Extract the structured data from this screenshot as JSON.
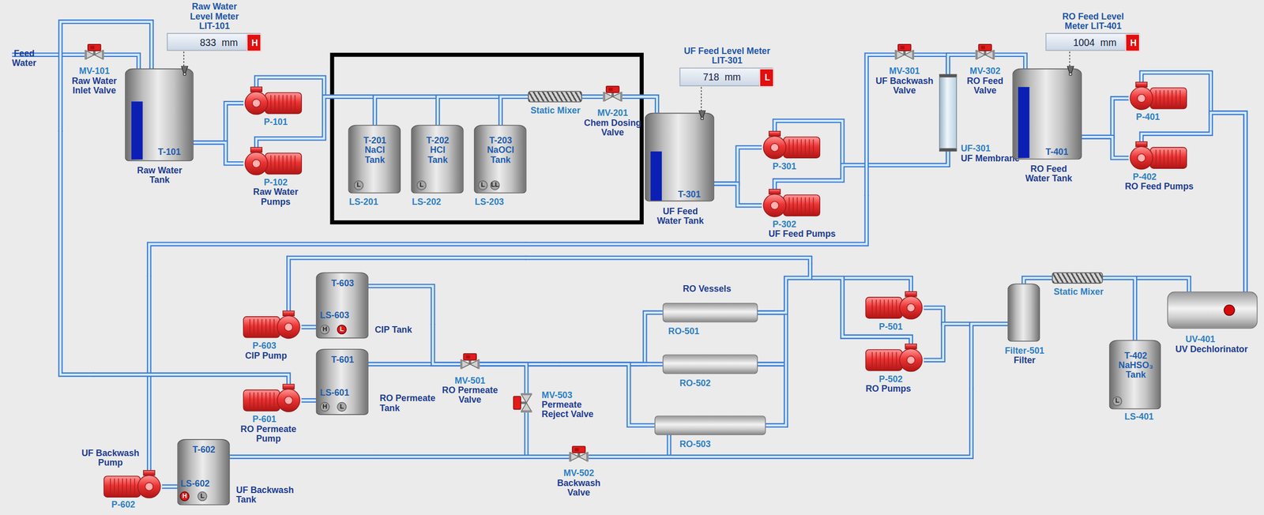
{
  "diagram": {
    "nodes": [
      {
        "text": [
          "Raw Water Level Meter LIT-101",
          "833",
          "mm"
        ]
      },
      {
        "text": [
          "H"
        ],
        "in": 0
      },
      {
        "text": [
          "MV-101",
          "Raw Water Inlet Valve"
        ]
      },
      {
        "text": [
          "T-101",
          "Raw Water Tank"
        ]
      },
      {
        "text": [
          "P-101"
        ]
      },
      {
        "text": [
          "P-102",
          "Raw Water Pumps"
        ]
      },
      {
        "text": [
          "T-201 NaCl Tank",
          "LS-201"
        ]
      },
      {
        "text": [
          "L"
        ],
        "in": 6
      },
      {
        "text": [
          "T-202 HCl Tank",
          "LS-202"
        ]
      },
      {
        "text": [
          "L"
        ],
        "in": 8
      },
      {
        "text": [
          "T-203 NaOCl Tank",
          "LS-203"
        ]
      },
      {
        "text": [
          "L"
        ],
        "in": 10
      },
      {
        "text": [
          "LL"
        ],
        "in": 10
      },
      {
        "text": [
          "Static Mixer"
        ]
      },
      {
        "text": [
          "MV-201",
          "Chem Dosing Valve"
        ]
      },
      {
        "text": [
          "UF Feed Level Meter LIT-301",
          "718",
          "mm"
        ]
      },
      {
        "text": [
          "L"
        ],
        "in": 15
      },
      {
        "text": [
          "T-301",
          "UF Feed Water Tank"
        ]
      },
      {
        "text": [
          "P-301"
        ]
      },
      {
        "text": [
          "P-302",
          "UF Feed Pumps"
        ]
      },
      {
        "text": [
          "MV-301",
          "UF Backwash Valve"
        ]
      },
      {
        "text": [
          "UF-301",
          "UF Membrane"
        ]
      },
      {
        "text": [
          "MV-302",
          "RO Feed Valve"
        ]
      },
      {
        "text": [
          "RO Feed Level Meter LIT-401",
          "1004",
          "mm"
        ]
      },
      {
        "text": [
          "H"
        ],
        "in": 23
      },
      {
        "text": [
          "T-401",
          "RO Feed Water Tank"
        ]
      },
      {
        "text": [
          "P-401"
        ]
      },
      {
        "text": [
          "P-402",
          "RO Feed Pumps"
        ]
      },
      {
        "text": [
          "UV-401",
          "UV Dechlorinator"
        ]
      },
      {
        "text": [
          "T-402 NaHSO₃ Tank",
          "LS-401"
        ]
      },
      {
        "text": [
          "L"
        ],
        "in": 29
      },
      {
        "text": [
          "Static Mixer"
        ]
      },
      {
        "text": [
          "Filter-501",
          "Filter"
        ]
      },
      {
        "text": [
          "P-501"
        ]
      },
      {
        "text": [
          "P-502",
          "RO Pumps"
        ]
      },
      {
        "text": [
          "RO-501"
        ]
      },
      {
        "text": [
          "RO-502"
        ]
      },
      {
        "text": [
          "RO-503"
        ]
      },
      {
        "text": [
          "T-603",
          "LS-603",
          "CIP Tank"
        ]
      },
      {
        "text": [
          "H"
        ],
        "in": 38
      },
      {
        "text": [
          "L"
        ],
        "in": 38
      },
      {
        "text": [
          "P-603",
          "CIP Pump"
        ]
      },
      {
        "text": [
          "T-601",
          "LS-601",
          "RO Permeate Tank"
        ]
      },
      {
        "text": [
          "H"
        ],
        "in": 42
      },
      {
        "text": [
          "L"
        ],
        "in": 42
      },
      {
        "text": [
          "P-601",
          "RO Permeate Pump"
        ]
      },
      {
        "text": [
          "MV-501",
          "RO Permeate Valve"
        ]
      },
      {
        "text": [
          "MV-503",
          "Permeate Reject Valve"
        ]
      },
      {
        "text": [
          "T-602",
          "LS-602",
          "UF Backwash Tank"
        ]
      },
      {
        "text": [
          "H"
        ],
        "in": 48
      },
      {
        "text": [
          "L"
        ],
        "in": 48
      },
      {
        "text": [
          "P-602",
          "UF Backwash Pump"
        ]
      },
      {
        "text": [
          "MV-502",
          "Backwash Valve"
        ]
      }
    ],
    "edges": [
      {
        "from": 2,
        "to": 3,
        "arrow": "none"
      },
      {
        "from": 3,
        "to": 4,
        "arrow": "none"
      },
      {
        "from": 3,
        "to": 5,
        "arrow": "none"
      },
      {
        "from": 4,
        "to": 13,
        "arrow": "none"
      },
      {
        "from": 5,
        "to": 13,
        "arrow": "none"
      },
      {
        "from": 6,
        "to": 13,
        "arrow": "none"
      },
      {
        "from": 8,
        "to": 13,
        "arrow": "none"
      },
      {
        "from": 10,
        "to": 13,
        "arrow": "none"
      },
      {
        "from": 13,
        "to": 14,
        "arrow": "none"
      },
      {
        "from": 14,
        "to": 17,
        "arrow": "none"
      },
      {
        "from": 17,
        "to": 18,
        "arrow": "none"
      },
      {
        "from": 17,
        "to": 19,
        "arrow": "none"
      },
      {
        "from": 18,
        "to": 21,
        "arrow": "none"
      },
      {
        "from": 19,
        "to": 21,
        "arrow": "none"
      },
      {
        "from": 51,
        "to": 20,
        "arrow": "none"
      },
      {
        "from": 20,
        "to": 21,
        "arrow": "none"
      },
      {
        "from": 21,
        "to": 22,
        "arrow": "none"
      },
      {
        "from": 22,
        "to": 25,
        "arrow": "none"
      },
      {
        "from": 25,
        "to": 26,
        "arrow": "none"
      },
      {
        "from": 25,
        "to": 27,
        "arrow": "none"
      },
      {
        "from": 26,
        "to": 28,
        "arrow": "none"
      },
      {
        "from": 27,
        "to": 28,
        "arrow": "none"
      },
      {
        "from": 28,
        "to": 31,
        "arrow": "none"
      },
      {
        "from": 29,
        "to": 31,
        "arrow": "none"
      },
      {
        "from": 31,
        "to": 32,
        "arrow": "none"
      },
      {
        "from": 32,
        "to": 33,
        "arrow": "none"
      },
      {
        "from": 32,
        "to": 34,
        "arrow": "none"
      },
      {
        "from": 33,
        "to": 35,
        "arrow": "none"
      },
      {
        "from": 33,
        "to": 36,
        "arrow": "none"
      },
      {
        "from": 33,
        "to": 37,
        "arrow": "none"
      },
      {
        "from": 34,
        "to": 35,
        "arrow": "none"
      },
      {
        "from": 34,
        "to": 36,
        "arrow": "none"
      },
      {
        "from": 34,
        "to": 37,
        "arrow": "none"
      },
      {
        "from": 35,
        "to": 46,
        "arrow": "none"
      },
      {
        "from": 36,
        "to": 46,
        "arrow": "none"
      },
      {
        "from": 37,
        "to": 46,
        "arrow": "none"
      },
      {
        "from": 46,
        "to": 42,
        "arrow": "none"
      },
      {
        "from": 46,
        "to": 38,
        "arrow": "none"
      },
      {
        "from": 46,
        "to": 47,
        "arrow": "none"
      },
      {
        "from": 47,
        "to": 52,
        "arrow": "none"
      },
      {
        "from": 48,
        "to": 52,
        "arrow": "none"
      },
      {
        "from": 52,
        "to": 32,
        "arrow": "none"
      },
      {
        "from": 38,
        "to": 41,
        "arrow": "none"
      },
      {
        "from": 41,
        "to": 35,
        "arrow": "none"
      },
      {
        "from": 42,
        "to": 45,
        "arrow": "none"
      },
      {
        "from": 45,
        "to": 3,
        "arrow": "none"
      },
      {
        "from": 48,
        "to": 51,
        "arrow": "none"
      }
    ],
    "labels": [
      "Feed Water",
      "RO Vessels"
    ]
  }
}
